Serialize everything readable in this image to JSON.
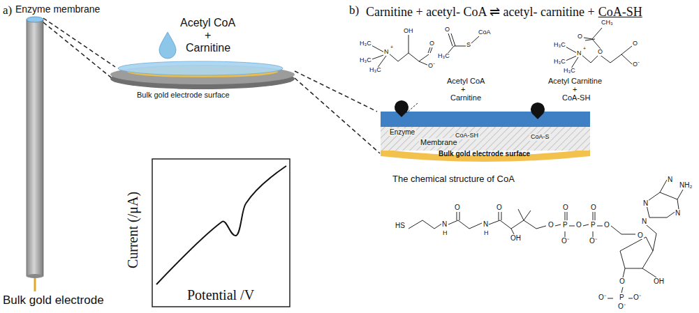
{
  "diagram": {
    "labels": [
      "a)",
      "Enzyme membrane",
      "Acetyl CoA",
      "+",
      "Carnitine",
      "Bulk gold electrode surface",
      "Current (/μA)",
      "Potential /V",
      "Bulk gold electrode",
      "b)",
      "Carnitine + acetyl- CoA ⇌ acetyl- carnitine +",
      "CoA-SH",
      "H₃C",
      "H₃C",
      "H₃C",
      "N",
      "+",
      "OH",
      "O",
      "O⁻",
      "O",
      "H₃C",
      "S",
      "CoA",
      "CH₃",
      "O",
      "O",
      "H₃C",
      "H₃C",
      "H₃C",
      "N",
      "+",
      "O",
      "O⁻",
      "Acetyl CoA",
      "+",
      "Carnitine",
      "Acetyl Carnitine",
      "+",
      "CoA-SH",
      "Enzyme",
      "CoA-SH",
      "CoA-S",
      "Membrane",
      "Bulk gold electrode surface",
      "The chemical structure of CoA",
      "HS",
      "N",
      "H",
      "O",
      "N",
      "H",
      "O",
      "OH",
      "O",
      "P",
      "O",
      "O⁻",
      "O",
      "P",
      "O",
      "O⁻",
      "O",
      "O",
      "N",
      "N",
      "N",
      "N",
      "NH₂",
      "OH",
      "O",
      "P",
      "O⁻",
      "O⁻",
      "O⁻"
    ]
  }
}
